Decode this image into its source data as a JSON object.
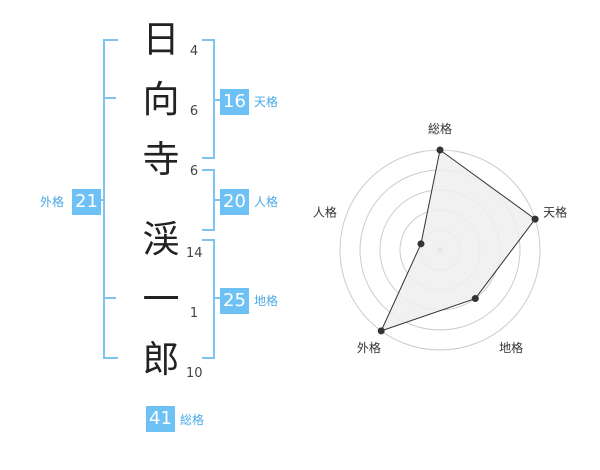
{
  "name": {
    "characters": [
      "日",
      "向",
      "寺",
      "渓",
      "一",
      "郎"
    ],
    "strokes": [
      "4",
      "6",
      "6",
      "14",
      "1",
      "10"
    ]
  },
  "fortunes": {
    "tenkaku": {
      "label": "天格",
      "value": "16"
    },
    "jinkaku": {
      "label": "人格",
      "value": "20"
    },
    "chikaku": {
      "label": "地格",
      "value": "25"
    },
    "gaikaku": {
      "label": "外格",
      "value": "21"
    },
    "soukaku": {
      "label": "総格",
      "value": "41"
    }
  },
  "radar": {
    "axes": [
      "総格",
      "天格",
      "地格",
      "外格",
      "人格"
    ],
    "levels": [
      5,
      5,
      3,
      5,
      1
    ],
    "max": 5,
    "colors": {
      "grid": "#cccccc",
      "fill": "#eeeeee",
      "line": "#333333",
      "point": "#333333"
    }
  },
  "colors": {
    "accent": "#6ec1f5",
    "bracket": "#7cc4f2"
  }
}
